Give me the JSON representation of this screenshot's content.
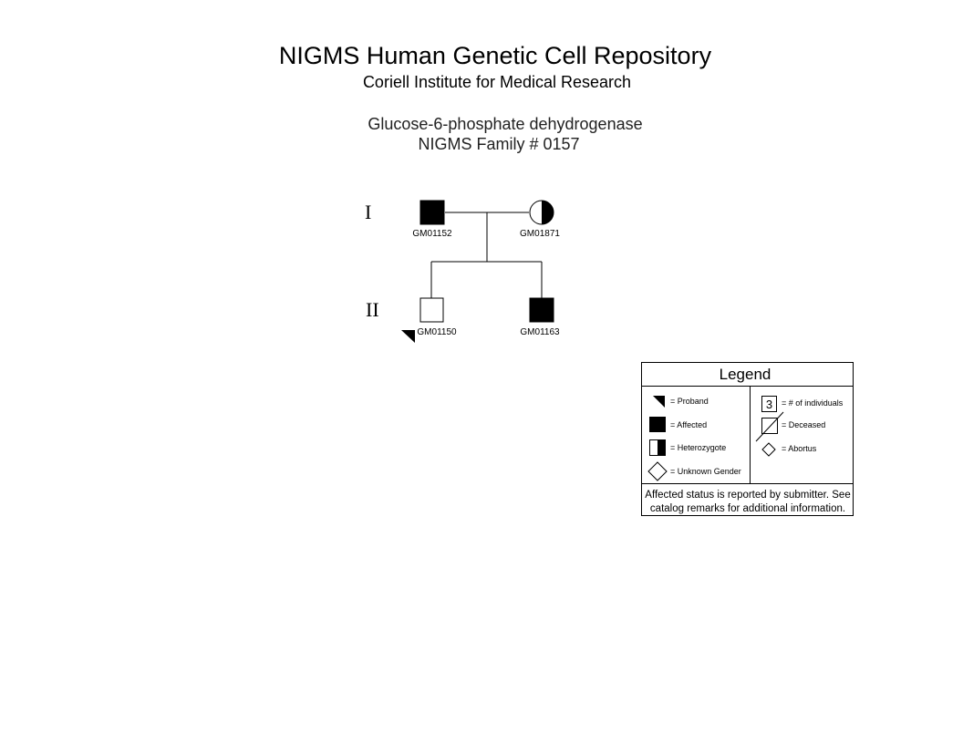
{
  "header": {
    "title": "NIGMS Human Genetic Cell Repository",
    "subtitle": "Coriell Institute for Medical Research",
    "disease": "Glucose-6-phosphate dehydrogenase",
    "family": "NIGMS Family # 0157"
  },
  "generations": [
    "I",
    "II"
  ],
  "individuals": [
    {
      "id": "GM01152",
      "generation": "I",
      "sex": "male",
      "status": "affected"
    },
    {
      "id": "GM01871",
      "generation": "I",
      "sex": "female",
      "status": "heterozygote"
    },
    {
      "id": "GM01150",
      "generation": "II",
      "sex": "male",
      "status": "unaffected",
      "proband": true
    },
    {
      "id": "GM01163",
      "generation": "II",
      "sex": "male",
      "status": "affected"
    }
  ],
  "legend": {
    "title": "Legend",
    "proband": "= Proband",
    "affected": "= Affected",
    "heterozygote": "= Heterozygote",
    "unknown_gender": "= Unknown Gender",
    "count_number": "3",
    "count": "= # of individuals",
    "deceased": "= Deceased",
    "abortus": "= Abortus",
    "note_line1": "Affected status is reported by submitter. See",
    "note_line2": "catalog remarks for additional information."
  }
}
